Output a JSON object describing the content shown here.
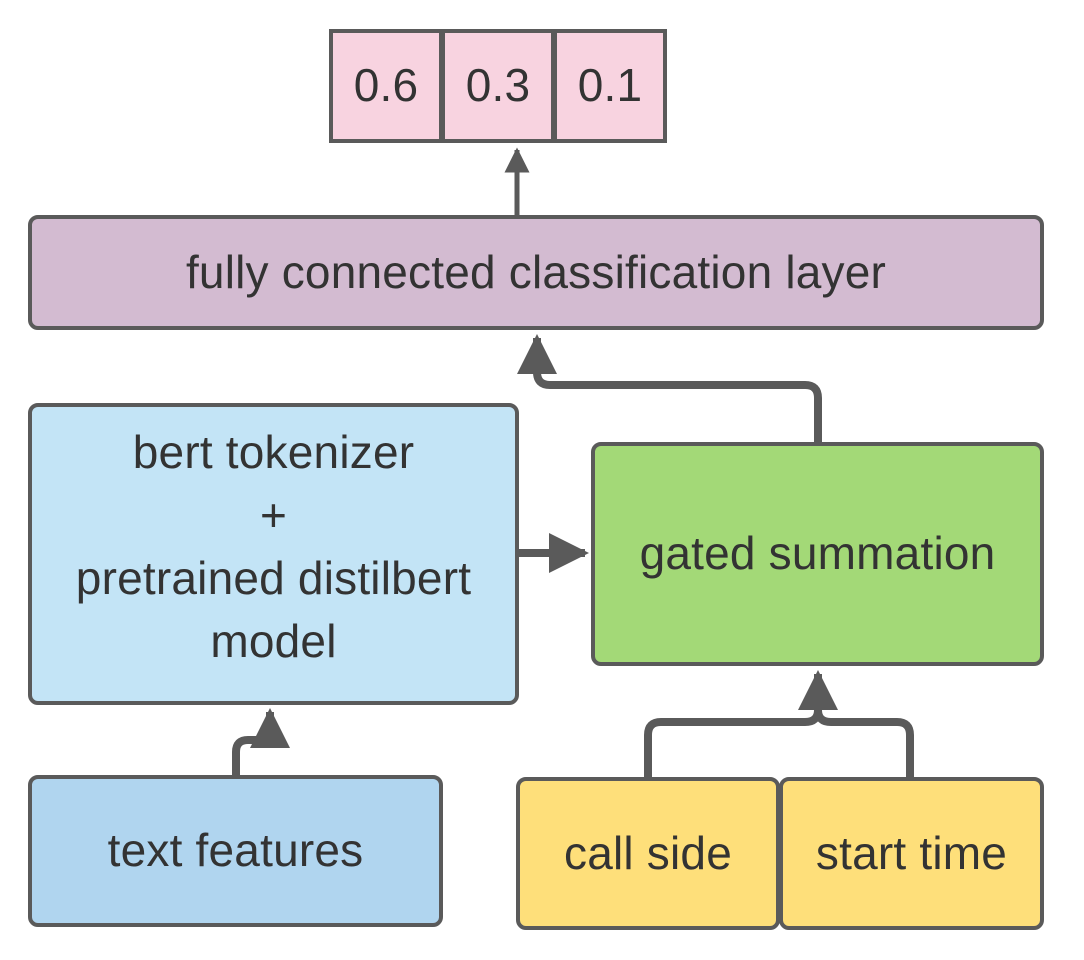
{
  "diagram": {
    "output_probabilities": [
      "0.6",
      "0.3",
      "0.1"
    ],
    "fc_layer": {
      "label": "fully connected classification layer"
    },
    "bert_block": {
      "line1": "bert tokenizer",
      "line2": "+",
      "line3": "pretrained distilbert",
      "line4": "model"
    },
    "gated_summation": {
      "label": "gated summation"
    },
    "text_features": {
      "label": "text features"
    },
    "call_side": {
      "label": "call side"
    },
    "start_time": {
      "label": "start time"
    }
  },
  "colors": {
    "output_cell": "#f8d3e0",
    "fc_layer": "#d3bbd1",
    "bert_block": "#c3e4f6",
    "gated_summation": "#a3d977",
    "text_features": "#b0d5ef",
    "metadata_feature": "#fedf7a",
    "stroke": "#5a5a5a",
    "text": "#333333"
  }
}
